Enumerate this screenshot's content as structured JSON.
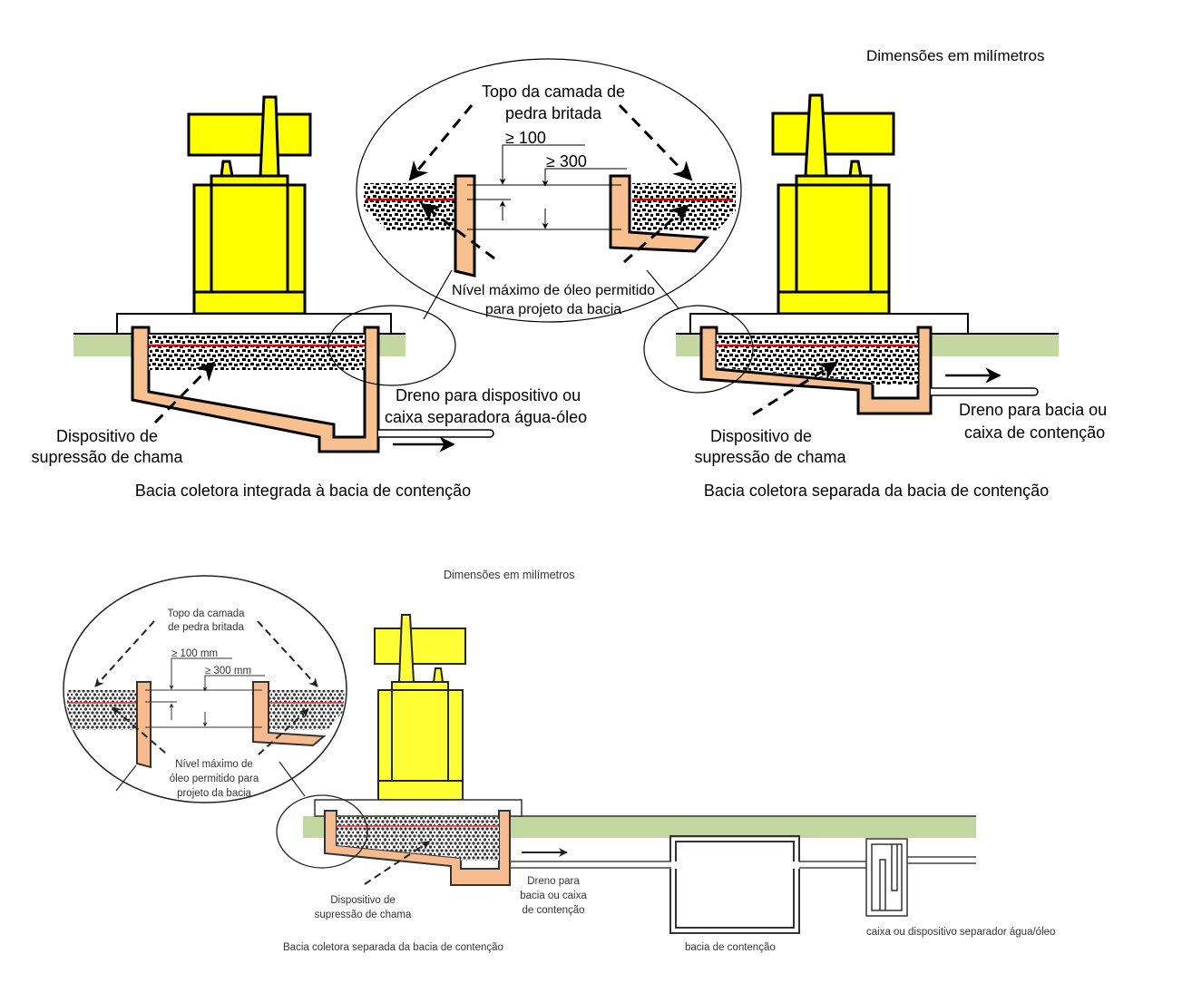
{
  "top": {
    "units_note": "Dimensões em milímetros",
    "detail": {
      "label_top": [
        "Topo da camada de",
        "pedra britada"
      ],
      "dim_100": "≥ 100",
      "dim_300": "≥ 300",
      "label_oil": [
        "Nível máximo de óleo permitido",
        "para projeto da bacia"
      ]
    },
    "left": {
      "drain_label": [
        "Dreno para dispositivo ou",
        "caixa separadora água-óleo"
      ],
      "flame_label": [
        "Dispositivo de",
        "supressão de chama"
      ],
      "caption": "Bacia coletora integrada à bacia de contenção"
    },
    "right": {
      "drain_label": [
        "Dreno para bacia ou",
        "caixa de contenção"
      ],
      "flame_label": [
        "Dispositivo de",
        "supressão de chama"
      ],
      "caption": "Bacia coletora separada da bacia de contenção"
    }
  },
  "bottom": {
    "units_note": "Dimensões em milímetros",
    "detail": {
      "label_top": [
        "Topo da camada",
        "de pedra britada"
      ],
      "dim_100": "≥ 100 mm",
      "dim_300": "≥ 300 mm",
      "label_oil": [
        "Nível máximo de",
        "óleo permitido para",
        "projeto da bacia"
      ]
    },
    "drain_label": [
      "Dreno para",
      "bacia ou caixa",
      "de contenção"
    ],
    "flame_label": [
      "Dispositivo de",
      "supressão de chama"
    ],
    "caption": "Bacia coletora separada da bacia de contenção",
    "containment_label": "bacia de contenção",
    "separator_label": "caixa ou dispositivo separador água/óleo"
  },
  "colors": {
    "transformer": "#ffff00",
    "concrete": "#f8bf8f",
    "ground": "#c3d8a0",
    "oil_level": "#e00000"
  }
}
